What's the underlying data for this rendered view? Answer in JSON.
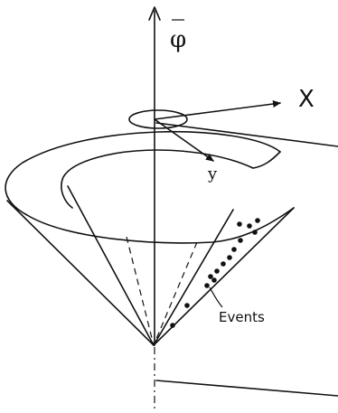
{
  "labels": {
    "axis_phi": "φ",
    "axis_x": "X",
    "axis_y": "y",
    "events": "Events"
  }
}
